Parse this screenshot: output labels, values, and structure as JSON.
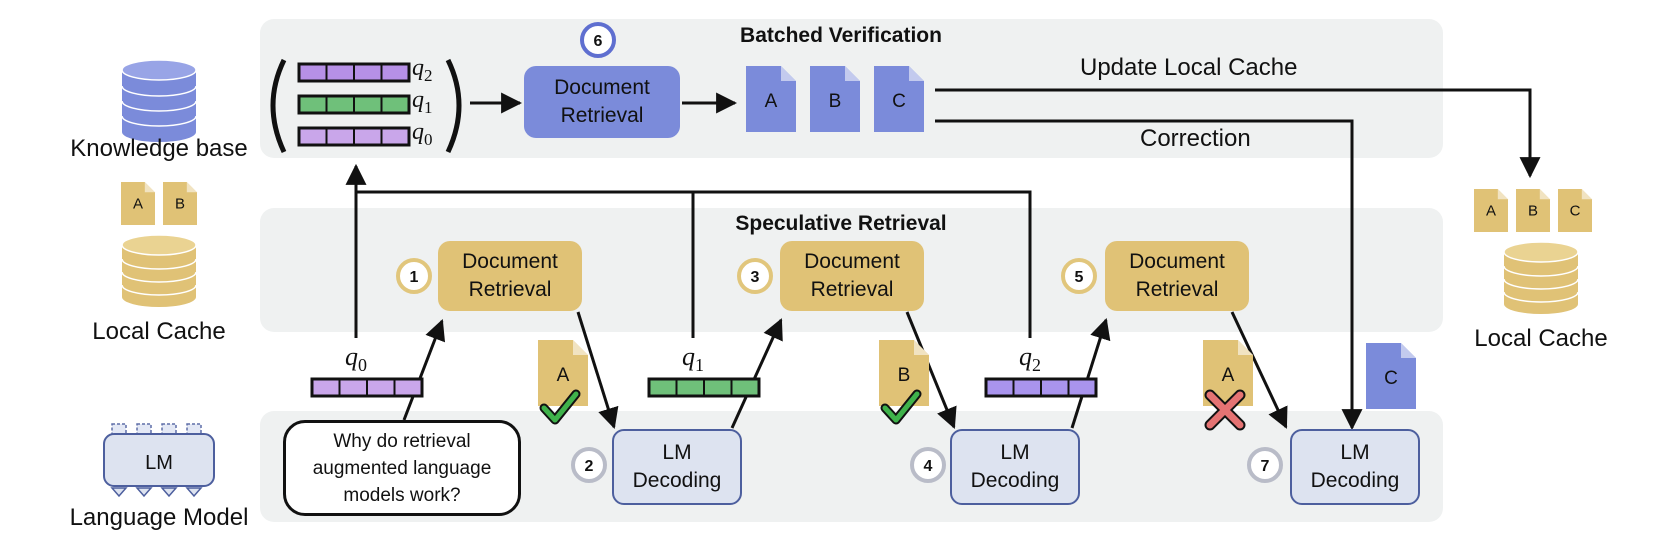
{
  "sections": {
    "batched_title": "Batched Verification",
    "speculative_title": "Speculative Retrieval"
  },
  "left_labels": {
    "knowledge_base": "Knowledge base",
    "local_cache": "Local Cache",
    "language_model": "Language Model",
    "lm_icon": "LM",
    "cache_docs": [
      "A",
      "B"
    ]
  },
  "right_labels": {
    "local_cache": "Local Cache",
    "cache_docs": [
      "A",
      "B",
      "C"
    ]
  },
  "batched": {
    "step": "6",
    "retrieval": [
      "Document",
      "Retrieval"
    ],
    "queries": [
      "q2",
      "q1",
      "q0"
    ],
    "docs": [
      "A",
      "B",
      "C"
    ],
    "update_label": "Update Local Cache",
    "correction_label": "Correction"
  },
  "question": [
    "Why do retrieval",
    "augmented language",
    "models work?"
  ],
  "speculative_steps": [
    {
      "step": "1",
      "label": [
        "Document",
        "Retrieval"
      ]
    },
    {
      "step": "3",
      "label": [
        "Document",
        "Retrieval"
      ]
    },
    {
      "step": "5",
      "label": [
        "Document",
        "Retrieval"
      ]
    }
  ],
  "decoding_steps": [
    {
      "step": "2",
      "label": [
        "LM",
        "Decoding"
      ]
    },
    {
      "step": "4",
      "label": [
        "LM",
        "Decoding"
      ]
    },
    {
      "step": "7",
      "label": [
        "LM",
        "Decoding"
      ]
    }
  ],
  "queries_below": [
    {
      "sym": "q",
      "sub": "0",
      "color": "#c9a6ea"
    },
    {
      "sym": "q",
      "sub": "1",
      "color": "#6fc07a"
    },
    {
      "sym": "q",
      "sub": "2",
      "color": "#a994ee"
    }
  ],
  "retrieved_docs": [
    {
      "letter": "A",
      "status": "check"
    },
    {
      "letter": "B",
      "status": "check"
    },
    {
      "letter": "A",
      "status": "cross"
    }
  ],
  "correction_doc": "C",
  "colors": {
    "panel": "#eff1f1",
    "gold": "#e0c276",
    "gold_ring": "#e1c67c",
    "blue": "#7b8bda",
    "lm_fill": "#dde3f0",
    "lm_border": "#4d5f9e",
    "check": "#3fb24b",
    "cross": "#e57373"
  }
}
